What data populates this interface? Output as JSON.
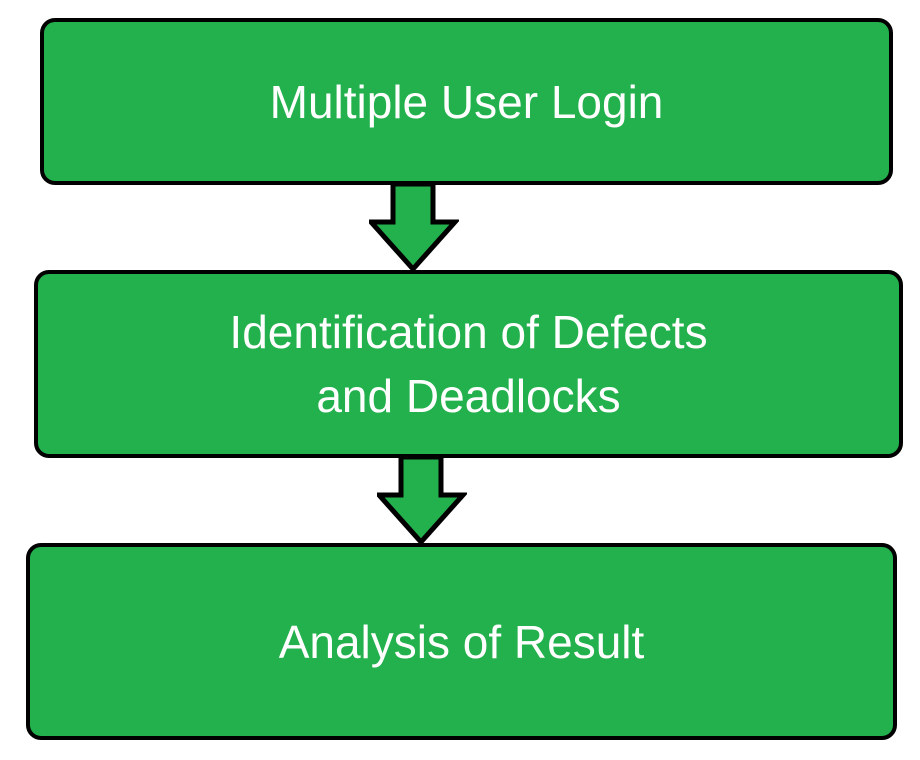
{
  "flowchart": {
    "nodes": [
      {
        "id": "multiple-user-login",
        "lines": [
          "Multiple User Login"
        ]
      },
      {
        "id": "identification-of-defects-and-deadlocks",
        "lines": [
          "Identification of Defects",
          "and Deadlocks"
        ]
      },
      {
        "id": "analysis-of-result",
        "lines": [
          "Analysis of Result"
        ]
      }
    ],
    "connectors": [
      {
        "from": "multiple-user-login",
        "to": "identification-of-defects-and-deadlocks",
        "shape": "block-arrow-down"
      },
      {
        "from": "identification-of-defects-and-deadlocks",
        "to": "analysis-of-result",
        "shape": "block-arrow-down"
      }
    ],
    "colors": {
      "node_fill": "#22B14C",
      "node_border": "#000000",
      "node_text": "#FFFFFF",
      "arrow_fill": "#22B14C",
      "arrow_outline": "#000000",
      "background": "#FFFFFF"
    }
  }
}
